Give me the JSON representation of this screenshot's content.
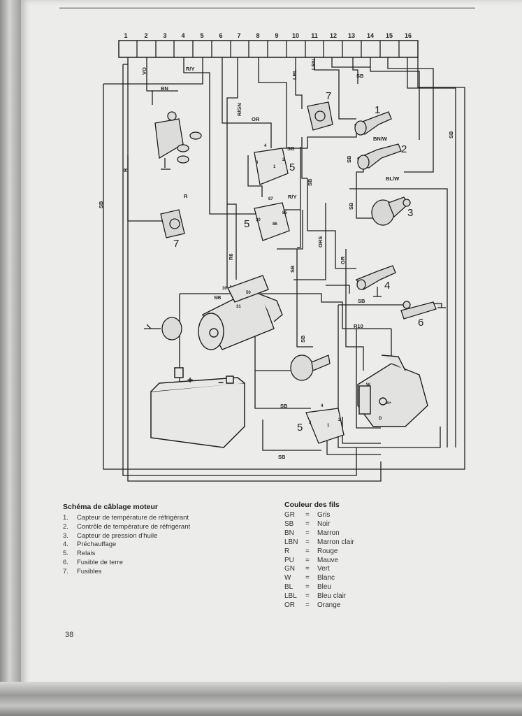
{
  "diagram": {
    "terminal_numbers": [
      "1",
      "2",
      "3",
      "4",
      "5",
      "6",
      "7",
      "8",
      "9",
      "10",
      "11",
      "12",
      "13",
      "14",
      "15",
      "16"
    ],
    "wire_labels": {
      "vo": "VO",
      "ry_top": "R/Y",
      "lbl": "LBL",
      "lbn": "LBN",
      "sb_top": "SB",
      "bn": "BN",
      "rgn": "R/GN",
      "or": "OR",
      "sb_relay": "SB",
      "bnw": "BN/W",
      "sb_vert": "SB",
      "sb_right": "SB",
      "r_left": "R",
      "sb_far_left": "SB",
      "sb_mid": "SB",
      "blw": "BL/W",
      "r_mid": "R",
      "ry_mid": "R/Y",
      "sb_s3": "SB",
      "ors": "ORS",
      "r6": "R6",
      "sb_center": "SB",
      "gr": "GR",
      "sb_motor": "SB",
      "sb_fuse": "SB",
      "r10": "R10",
      "sb_horn": "SB",
      "sb_bottom": "SB",
      "sb_base": "SB"
    },
    "component_numbers": {
      "c1": "1",
      "c2": "2",
      "c3": "3",
      "c4": "4",
      "c5_top": "5",
      "c5_mid": "5",
      "c5_bot": "5",
      "c6": "6",
      "c7_top": "7",
      "c7_left": "7"
    },
    "relay_terminals": {
      "top": [
        "4",
        "3",
        "1",
        "2"
      ],
      "mid": [
        "87",
        "85",
        "30",
        "86"
      ],
      "bot": [
        "4",
        "3",
        "1",
        "2"
      ]
    },
    "motor_terminals": [
      "30",
      "50",
      "31"
    ],
    "alternator_terminals": [
      "W",
      "B+",
      "D"
    ],
    "battery_terminals": [
      "+",
      "−"
    ]
  },
  "caption": {
    "title": "Schéma de câblage moteur",
    "items": [
      {
        "num": "1.",
        "text": "Capteur de température de réfrigérant"
      },
      {
        "num": "2.",
        "text": "Contrôle de température de réfrigérant"
      },
      {
        "num": "3.",
        "text": "Capteur de pression d'huile"
      },
      {
        "num": "4.",
        "text": "Préchauffage"
      },
      {
        "num": "5.",
        "text": "Relais"
      },
      {
        "num": "6.",
        "text": "Fusible de terre"
      },
      {
        "num": "7.",
        "text": "Fusibles"
      }
    ]
  },
  "legend": {
    "title": "Couleur des fils",
    "items": [
      {
        "code": "GR",
        "eq": "=",
        "name": "Gris"
      },
      {
        "code": "SB",
        "eq": "=",
        "name": "Noir"
      },
      {
        "code": "BN",
        "eq": "=",
        "name": "Marron"
      },
      {
        "code": "LBN",
        "eq": "=",
        "name": "Marron clair"
      },
      {
        "code": "R",
        "eq": "=",
        "name": "Rouge"
      },
      {
        "code": "PU",
        "eq": "=",
        "name": "Mauve"
      },
      {
        "code": "GN",
        "eq": "=",
        "name": "Vert"
      },
      {
        "code": "W",
        "eq": "=",
        "name": "Blanc"
      },
      {
        "code": "BL",
        "eq": "=",
        "name": "Bleu"
      },
      {
        "code": "LBL",
        "eq": "=",
        "name": "Bleu clair"
      },
      {
        "code": "OR",
        "eq": "=",
        "name": "Orange"
      }
    ]
  },
  "page_number": "38"
}
